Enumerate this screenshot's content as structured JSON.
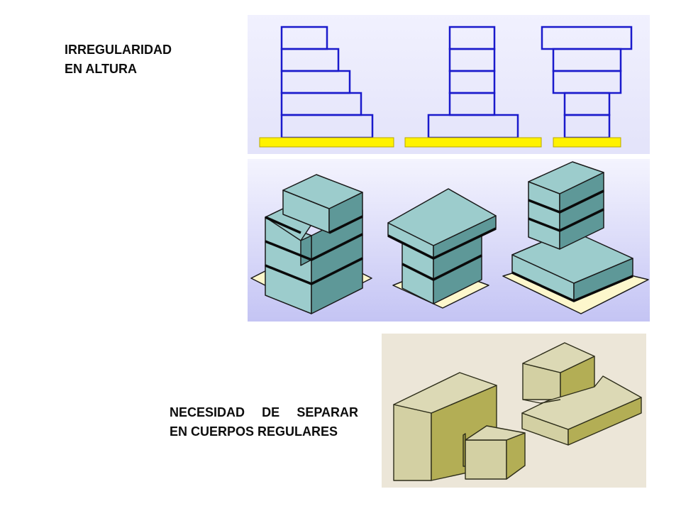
{
  "top_block": {
    "line1": "IRREGULARIDAD",
    "line2": "EN ALTURA"
  },
  "bottom_block": {
    "line1": "NECESIDAD   DE   SEPARAR",
    "line2": "EN CUERPOS REGULARES"
  },
  "colors": {
    "elevation_background": "#ececfd",
    "elevation_lines": "#1a1acc",
    "ground": "#fff200",
    "block_face": "#9ccccc",
    "block_dark": "#5e9898",
    "base_slab": "#fdf7cc",
    "separation_background": "#ece6d8",
    "separation_block": "#b9b562"
  }
}
